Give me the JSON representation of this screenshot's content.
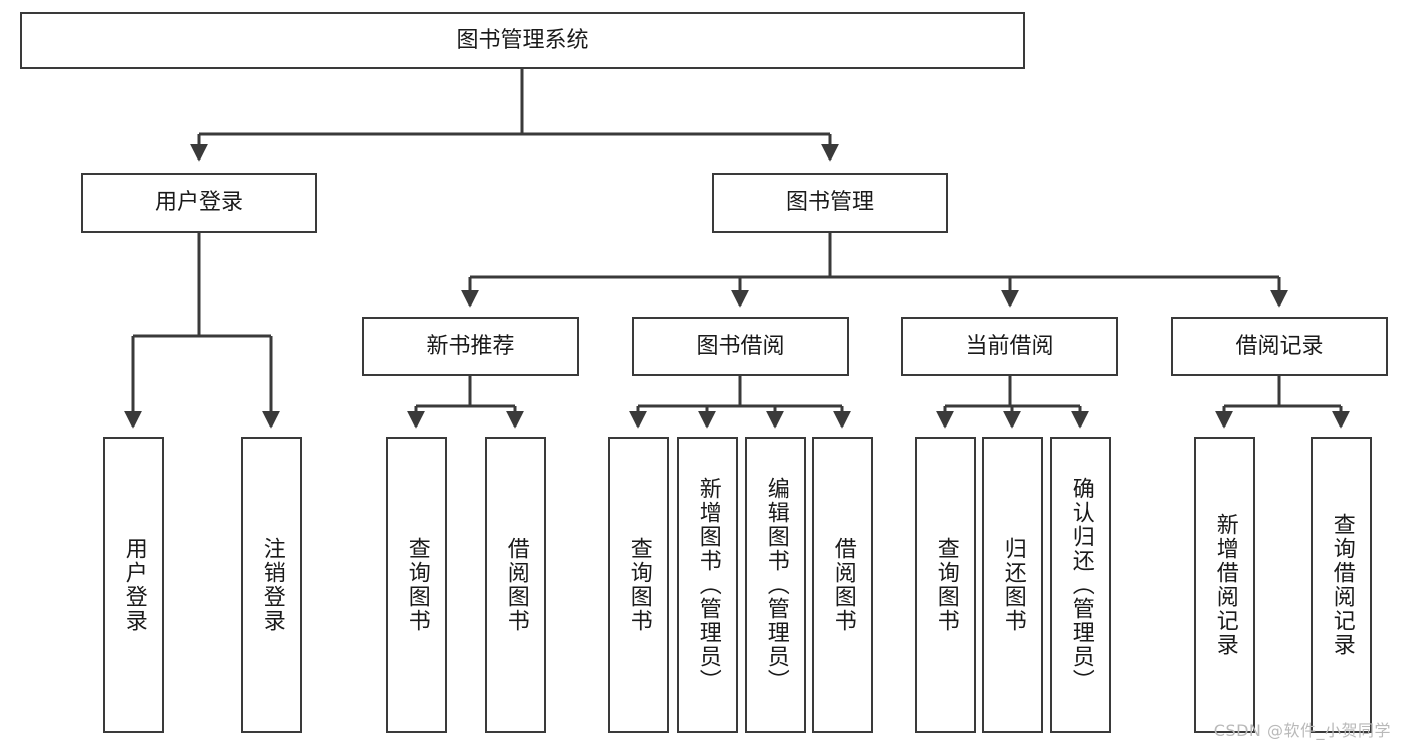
{
  "diagram": {
    "type": "hierarchy-tree",
    "title": "图书管理系统",
    "watermark": "CSDN @软件_小贺同学",
    "colors": {
      "box_border": "#3a3a3a",
      "box_fill": "#ffffff",
      "connector": "#3a3a3a",
      "text": "#1a1a1a",
      "watermark": "#b9b9b9"
    },
    "levels": {
      "root": {
        "label": "图书管理系统"
      },
      "level2": [
        {
          "label": "用户登录"
        },
        {
          "label": "图书管理"
        }
      ],
      "level3": [
        {
          "label": "新书推荐"
        },
        {
          "label": "图书借阅"
        },
        {
          "label": "当前借阅"
        },
        {
          "label": "借阅记录"
        }
      ],
      "leaves": {
        "user_login": [
          {
            "label": "用户登录"
          },
          {
            "label": "注销登录"
          }
        ],
        "new_book_recommend": [
          {
            "label": "查询图书"
          },
          {
            "label": "借阅图书"
          }
        ],
        "book_borrow": [
          {
            "label": "查询图书"
          },
          {
            "label": "新增图书（管理员）"
          },
          {
            "label": "编辑图书（管理员）"
          },
          {
            "label": "借阅图书"
          }
        ],
        "current_borrow": [
          {
            "label": "查询图书"
          },
          {
            "label": "归还图书"
          },
          {
            "label": "确认归还（管理员）"
          }
        ],
        "borrow_record": [
          {
            "label": "新增借阅记录"
          },
          {
            "label": "查询借阅记录"
          }
        ]
      }
    }
  }
}
